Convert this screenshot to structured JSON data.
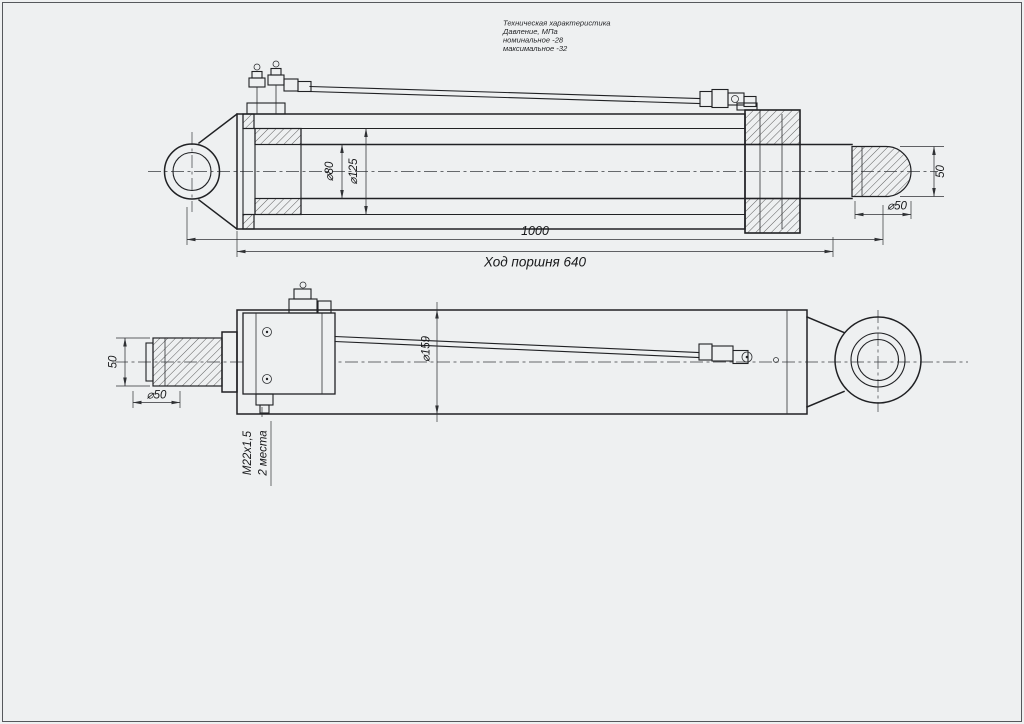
{
  "drawing": {
    "tech_spec": {
      "title": "Техническая характеристика",
      "pressure": "Давление, МПа",
      "nominal": "номинальное -28",
      "maximal": "максимальное -32"
    },
    "top_view": {
      "rod_diameter": "⌀80",
      "bore_diameter": "⌀125",
      "overall_length": "1000",
      "piston_stroke": "Ход поршня 640",
      "eye_width": "50",
      "eye_diameter": "⌀50"
    },
    "bottom_view": {
      "rod_width": "50",
      "rod_diameter": "⌀50",
      "tube_diameter": "⌀159",
      "thread": "М22х1,5",
      "thread_places": "2 места"
    }
  }
}
